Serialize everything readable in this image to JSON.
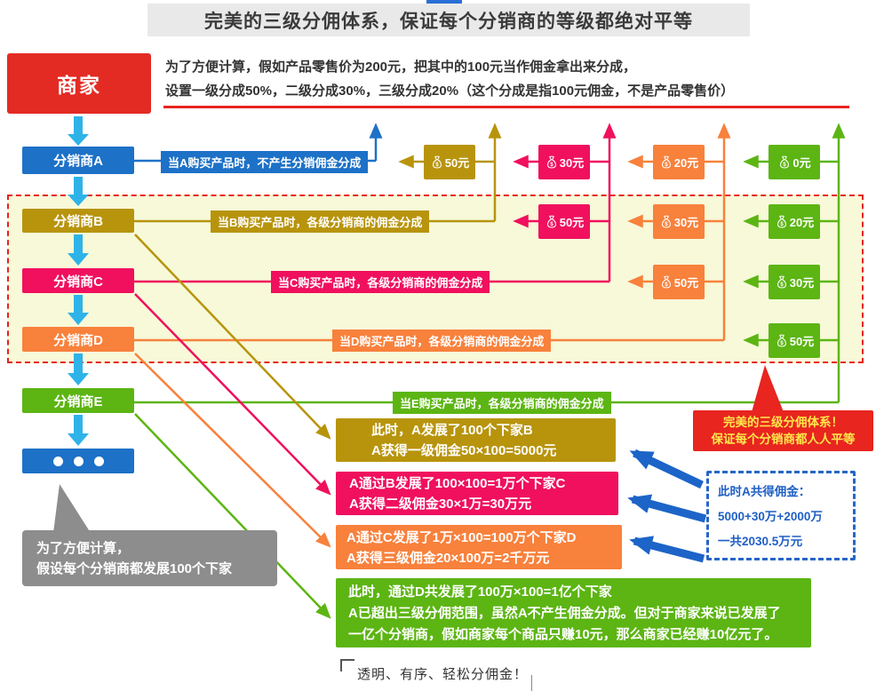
{
  "header": {
    "title": "完美的三级分佣体系，保证每个分销商的等级都绝对平等"
  },
  "intro": {
    "line1": "为了方便计算，假如产品零售价为200元，把其中的100元当作佣金拿出来分成，",
    "line2": "设置一级分成50%，二级分成30%，三级分成20%（这个分成是指100元佣金，不是产品零售价）"
  },
  "merchant": {
    "label": "商家"
  },
  "chain": {
    "a": "分销商A",
    "b": "分销商B",
    "c": "分销商C",
    "d": "分销商D",
    "e": "分销商E"
  },
  "row_labels": {
    "a": "当A购买产品时，不产生分销佣金分成",
    "b": "当B购买产品时，各级分销商的佣金分成",
    "c": "当C购买产品时，各级分销商的佣金分成",
    "d": "当D购买产品时，各级分销商的佣金分成",
    "e": "当E购买产品时，各级分销商的佣金分成"
  },
  "grid": {
    "rows": [
      {
        "buyer": "A",
        "boxes": [
          {
            "color": "gold",
            "amount": "50元"
          },
          {
            "color": "pink",
            "amount": "30元"
          },
          {
            "color": "orange",
            "amount": "20元"
          },
          {
            "color": "green",
            "amount": "0元"
          }
        ]
      },
      {
        "buyer": "B",
        "boxes": [
          {
            "color": "pink",
            "amount": "50元"
          },
          {
            "color": "orange",
            "amount": "30元"
          },
          {
            "color": "green",
            "amount": "20元"
          }
        ]
      },
      {
        "buyer": "C",
        "boxes": [
          {
            "color": "orange",
            "amount": "50元"
          },
          {
            "color": "green",
            "amount": "30元"
          }
        ]
      },
      {
        "buyer": "D",
        "boxes": [
          {
            "color": "green",
            "amount": "50元"
          }
        ]
      }
    ]
  },
  "results": [
    {
      "lines": [
        "此时，A发展了100个下家B",
        "A获得一级佣金50×100=5000元"
      ]
    },
    {
      "lines": [
        "A通过B发展了100×100=1万个下家C",
        "A获得二级佣金30×1万=30万元"
      ]
    },
    {
      "lines": [
        "A通过C发展了1万×100=100万个下家D",
        "A获得三级佣金20×100万=2千万元"
      ]
    },
    {
      "lines": [
        "此时，通过D共发展了100万×100=1亿个下家",
        "A已超出三级分佣范围，虽然A不产生佣金分成。但对于商家来说已发展了",
        "一亿个分销商，假如商家每个商品只赚10元，那么商家已经赚10亿元了。"
      ]
    }
  ],
  "summary": {
    "line1": "此时A共得佣金：",
    "line2": "5000+30万+2000万",
    "line3": "一共2030.5万元"
  },
  "callout": {
    "line1": "完美的三级分佣体系！",
    "line2": "保证每个分销商都人人平等"
  },
  "note": {
    "line1": "为了方便计算，",
    "line2": "假设每个分销商都发展100个下家"
  },
  "footer": {
    "text": "透明、有序、轻松分佣金！"
  },
  "palette": {
    "red": "#e32b24",
    "blue": "#1d71c7",
    "cyan_arrow": "#2eb3e9",
    "gold": "#b8940d",
    "pink": "#f0105e",
    "orange": "#f8813c",
    "green": "#5cb513",
    "region_bg": "#f7f9d9",
    "gray_bubble": "#8d8d8d",
    "summary_blue": "#2565c7",
    "callout_text": "#ffe84a"
  }
}
